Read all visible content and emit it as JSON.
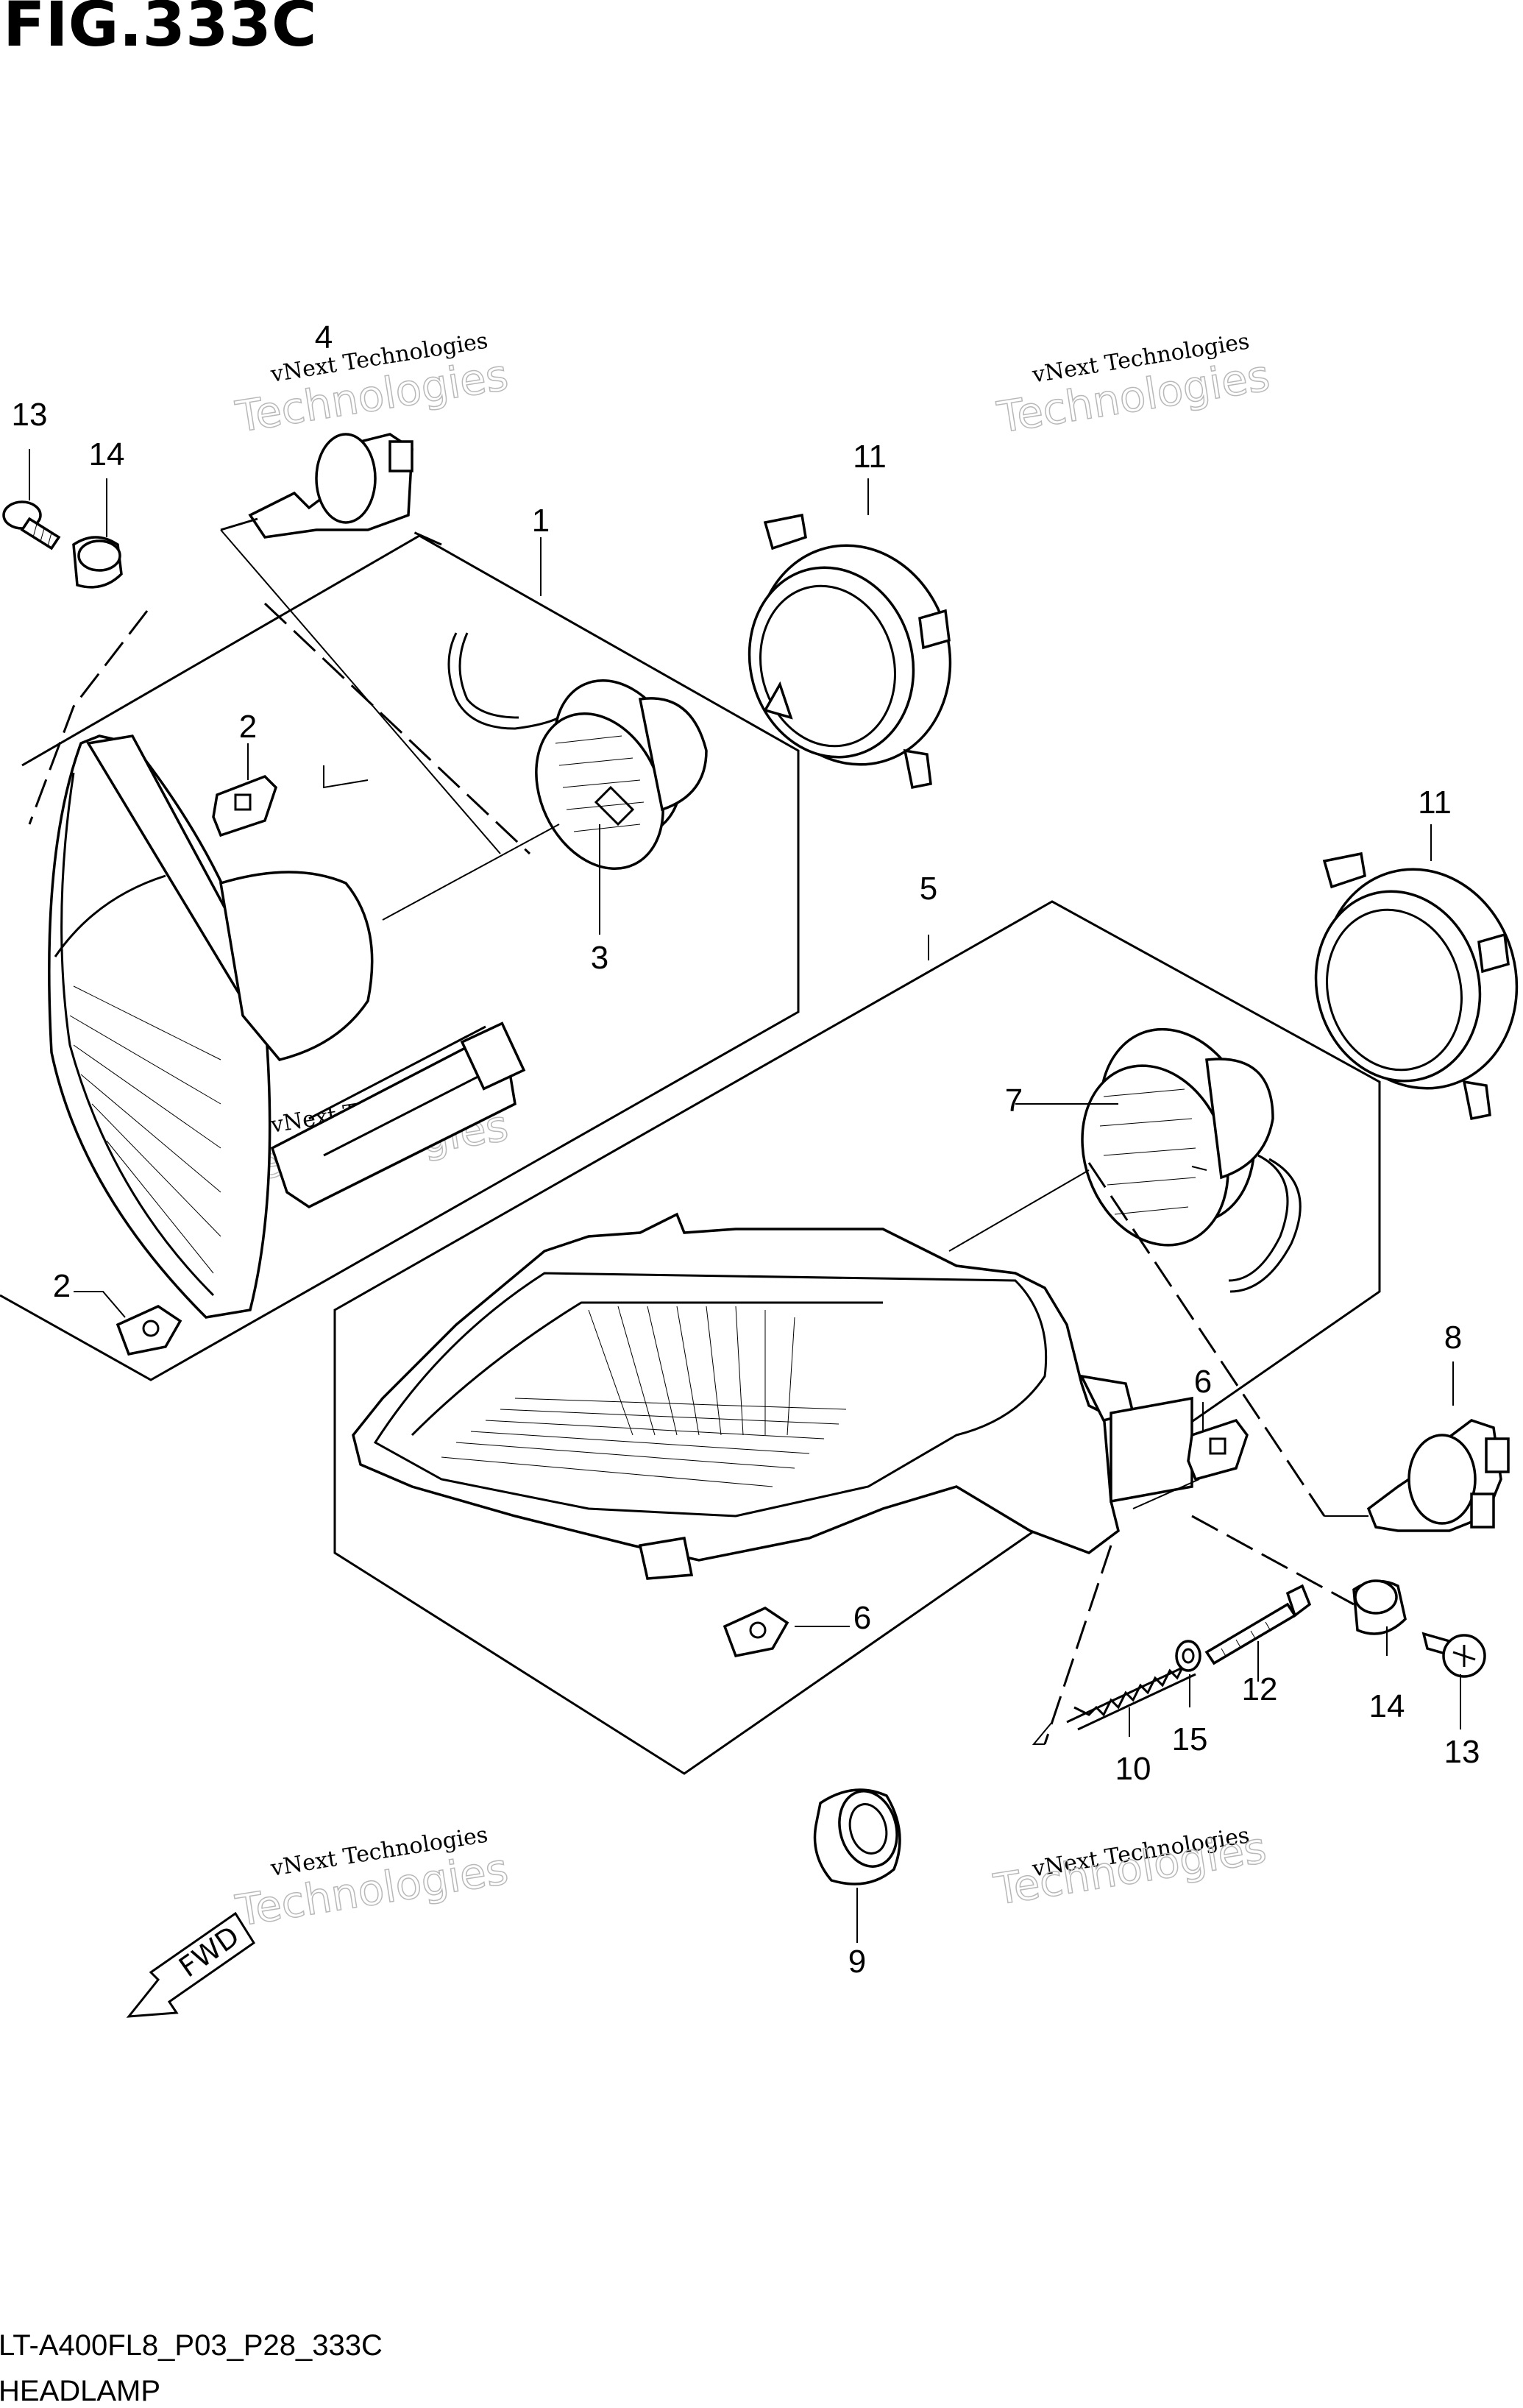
{
  "figure": {
    "title": "FIG.333C",
    "model_code": "LT-A400FL8_P03_P28_333C",
    "name": "HEADLAMP"
  },
  "direction_marker": {
    "label": "FWD"
  },
  "watermarks": [
    {
      "line1": "vNext Technologies",
      "line2": "Technologies"
    },
    {
      "line1": "vNext Technologies",
      "line2": "Technologies"
    },
    {
      "line1": "vNext Technologies",
      "line2": "Technologies"
    },
    {
      "line1": "vNext Technologies",
      "line2": "Technologies"
    },
    {
      "line1": "vNext Technologies",
      "line2": "Technologies"
    }
  ],
  "callouts": [
    {
      "id": "1",
      "label": "1"
    },
    {
      "id": "2a",
      "label": "2"
    },
    {
      "id": "2b",
      "label": "2"
    },
    {
      "id": "3",
      "label": "3"
    },
    {
      "id": "4",
      "label": "4"
    },
    {
      "id": "5",
      "label": "5"
    },
    {
      "id": "6a",
      "label": "6"
    },
    {
      "id": "6b",
      "label": "6"
    },
    {
      "id": "7",
      "label": "7"
    },
    {
      "id": "8",
      "label": "8"
    },
    {
      "id": "9",
      "label": "9"
    },
    {
      "id": "10",
      "label": "10"
    },
    {
      "id": "11a",
      "label": "11"
    },
    {
      "id": "11b",
      "label": "11"
    },
    {
      "id": "12",
      "label": "12"
    },
    {
      "id": "13a",
      "label": "13"
    },
    {
      "id": "13b",
      "label": "13"
    },
    {
      "id": "14a",
      "label": "14"
    },
    {
      "id": "14b",
      "label": "14"
    },
    {
      "id": "15",
      "label": "15"
    }
  ]
}
